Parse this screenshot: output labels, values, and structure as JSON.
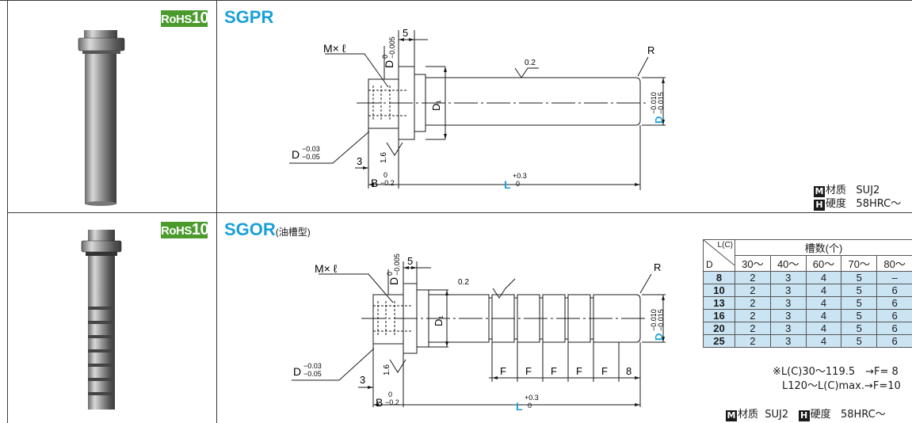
{
  "products": [
    {
      "rohs": {
        "text": "RoHS",
        "num": "10"
      },
      "code": "SGPR",
      "subtitle": "",
      "material_label": "材质",
      "material": "SUJ2",
      "hardness_label": "硬度",
      "hardness": "58HRC～",
      "labels": {
        "mxl": "M× ℓ",
        "d_tol": "D",
        "d_tol_up": "0",
        "d_tol_lo": "−0.005",
        "five": "5",
        "r": "R",
        "rough": "0.2",
        "d1": "D₁",
        "dtol2_up": "−0.010",
        "dtol2_lo": "−0.015",
        "d_big": "D",
        "d003": "D",
        "d003_up": "−0.03",
        "d003_lo": "−0.05",
        "three": "3",
        "one6": "1.6",
        "b": "B",
        "b_up": "0",
        "b_lo": "−0.2",
        "l": "L",
        "l_up": "+0.3",
        "l_lo": "0"
      }
    },
    {
      "rohs": {
        "text": "RoHS",
        "num": "10"
      },
      "code": "SGOR",
      "subtitle": "(油槽型)",
      "material_label": "材质",
      "material": "SUJ2",
      "hardness_label": "硬度",
      "hardness": "58HRC～",
      "labels": {
        "mxl": "M× ℓ",
        "d_tol": "D",
        "d_tol_up": "0",
        "d_tol_lo": "−0.005",
        "five": "5",
        "r": "R",
        "rough": "0.2",
        "d1": "D₁",
        "dtol2_up": "−0.010",
        "dtol2_lo": "−0.015",
        "d_big": "D",
        "d003": "D",
        "d003_up": "−0.03",
        "d003_lo": "−0.05",
        "three": "3",
        "one6": "1.6",
        "b": "B",
        "b_up": "0",
        "b_lo": "−0.2",
        "l": "L",
        "l_up": "+0.3",
        "l_lo": "0",
        "f": "F",
        "eight": "8"
      }
    }
  ],
  "badge_m": "M",
  "badge_h": "H",
  "groove_table": {
    "corner_top": "L(C)",
    "corner_bottom": "D",
    "title": "槽数(个)",
    "columns": [
      "30～",
      "40～",
      "60～",
      "70～",
      "80～"
    ],
    "rows": [
      {
        "d": "8",
        "values": [
          "2",
          "3",
          "4",
          "5",
          "–"
        ]
      },
      {
        "d": "10",
        "values": [
          "2",
          "3",
          "4",
          "5",
          "6"
        ]
      },
      {
        "d": "13",
        "values": [
          "2",
          "3",
          "4",
          "5",
          "6"
        ]
      },
      {
        "d": "16",
        "values": [
          "2",
          "3",
          "4",
          "5",
          "6"
        ]
      },
      {
        "d": "20",
        "values": [
          "2",
          "3",
          "4",
          "5",
          "6"
        ]
      },
      {
        "d": "25",
        "values": [
          "2",
          "3",
          "4",
          "5",
          "6"
        ]
      }
    ],
    "note1": "※L(C)30～119.5　→F=  8",
    "note2": "L120～L(C)max.→F=10"
  }
}
